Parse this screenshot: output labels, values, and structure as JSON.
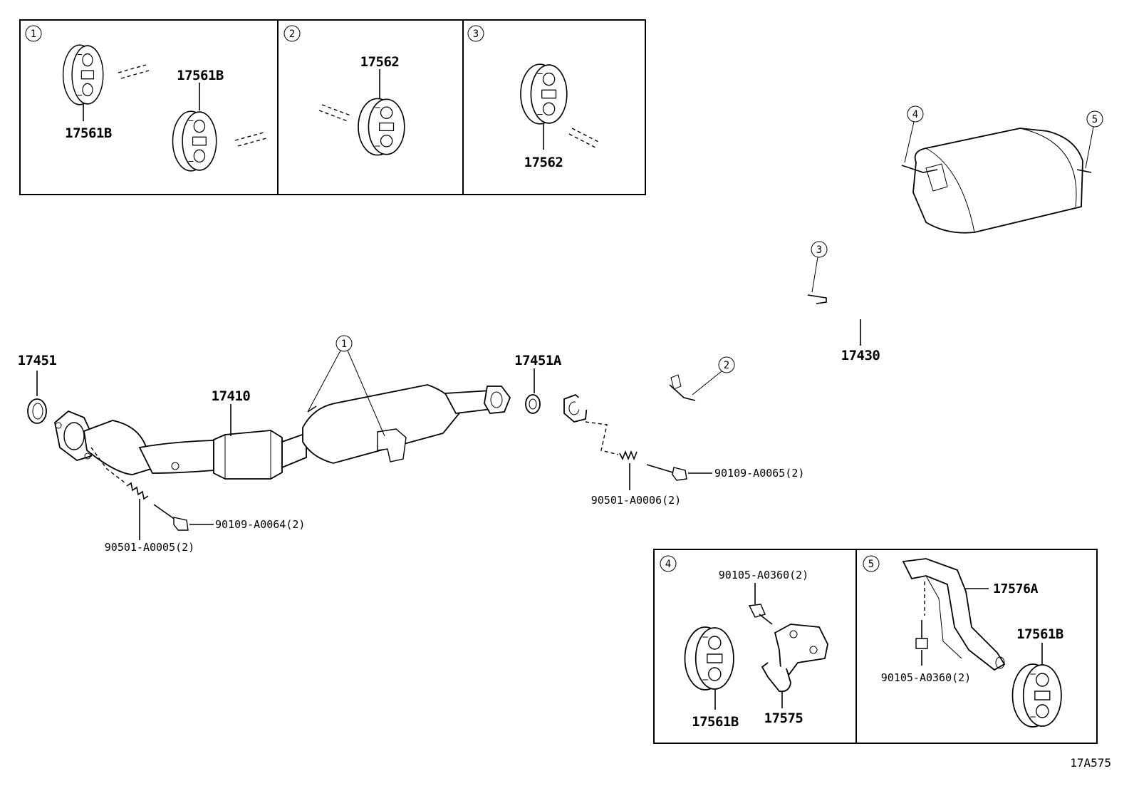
{
  "diagram_code": "17A575",
  "insets": [
    {
      "ref": "1",
      "parts": [
        "17561B",
        "17561B"
      ]
    },
    {
      "ref": "2",
      "parts": [
        "17562"
      ]
    },
    {
      "ref": "3",
      "parts": [
        "17562"
      ]
    },
    {
      "ref": "4",
      "parts": [
        "90105-A0360(2)",
        "17561B",
        "17575"
      ]
    },
    {
      "ref": "5",
      "parts": [
        "17576A",
        "17561B",
        "90105-A0360(2)"
      ]
    }
  ],
  "main_parts": {
    "gasket_front": "17451",
    "front_pipe": "17410",
    "gasket_center": "17451A",
    "tail_pipe": "17430",
    "spring_front": "90501-A0005(2)",
    "bolt_front": "90109-A0064(2)",
    "spring_center": "90501-A0006(2)",
    "bolt_center": "90109-A0065(2)"
  },
  "callouts": [
    "1",
    "2",
    "3",
    "4",
    "5"
  ]
}
